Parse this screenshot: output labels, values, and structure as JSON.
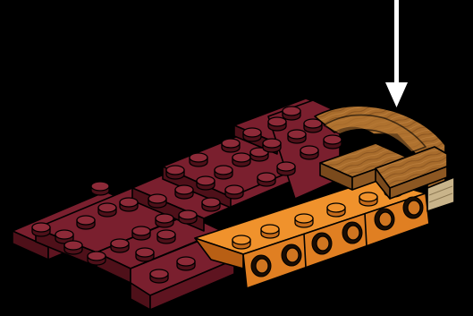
{
  "colors": {
    "background": "#000000",
    "dark_red_top": "#7a1f2e",
    "dark_red_side": "#4e1019",
    "dark_red_stud": "#8d2a38",
    "orange_top": "#f0922c",
    "orange_side": "#c46a1a",
    "wood_top": "#a86c2c",
    "wood_side": "#7a4a1c",
    "tan_side": "#c9b48a",
    "arrow": "#ffffff"
  },
  "scene": {
    "callout": "arrow-pointing-down",
    "parts": [
      "dark-red-plates",
      "orange-plates-with-side-studs",
      "wooden-curved-slope",
      "wooden-slope-tiles",
      "tan-tile"
    ]
  }
}
